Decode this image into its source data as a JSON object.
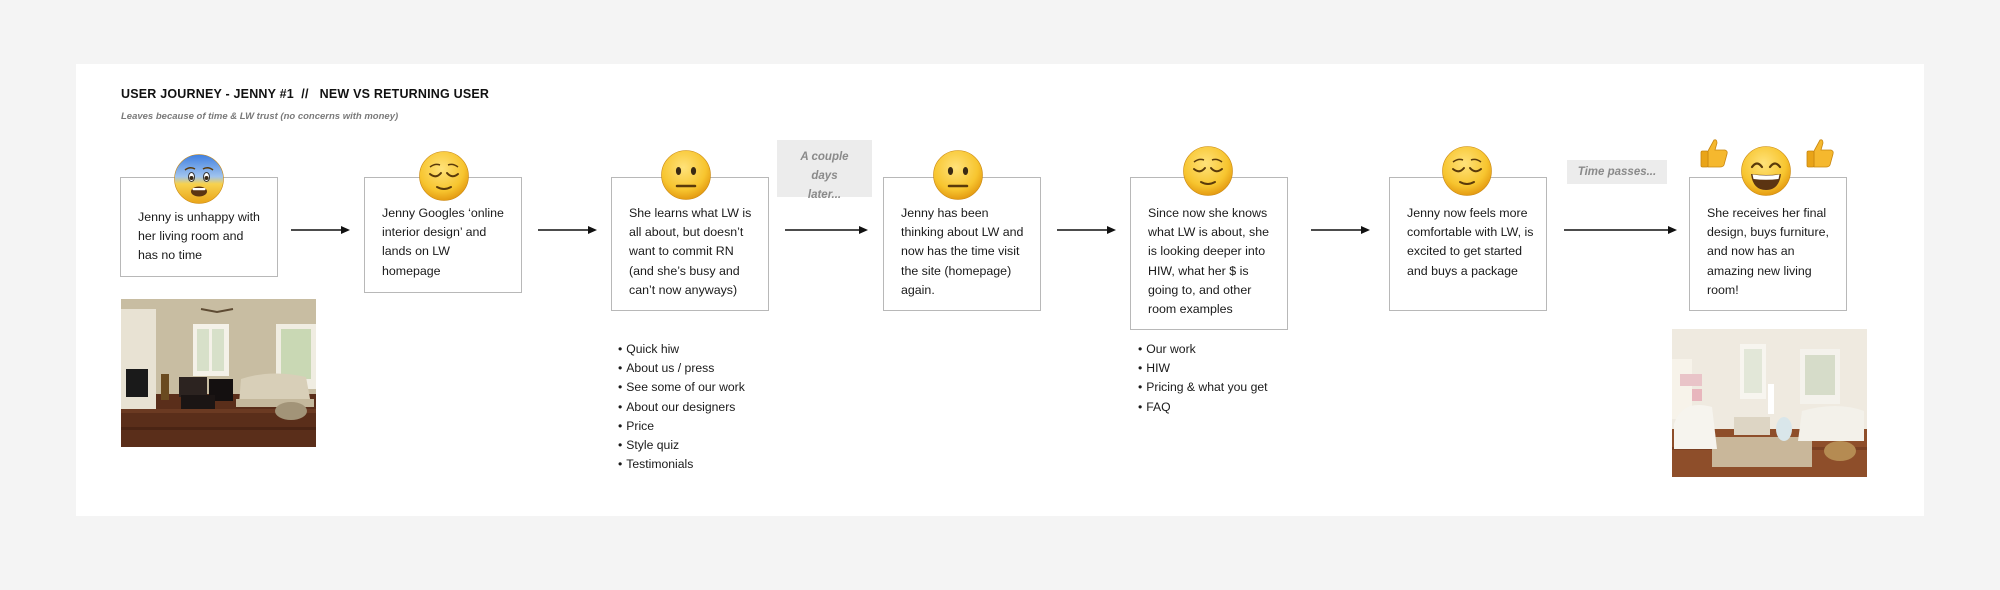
{
  "header": {
    "title": "USER JOURNEY - JENNY #1  //   NEW VS RETURNING USER",
    "subtitle": "Leaves because of time & LW trust (no concerns with money)"
  },
  "steps": [
    {
      "text": "Jenny is unhappy with her living room and has no time",
      "emotion": "fearful-face-icon"
    },
    {
      "text": "Jenny Googles ‘online interior design’ and lands on LW homepage",
      "emotion": "relieved-face-icon"
    },
    {
      "text": "She learns what LW is all about, but doesn’t want to commit RN (and she’s busy and can’t now anyways)",
      "emotion": "neutral-face-icon"
    },
    {
      "text": "Jenny has been thinking about LW and now has the time visit the site (homepage) again.",
      "emotion": "neutral-face-icon"
    },
    {
      "text": "Since now she knows what LW is about, she is looking deeper into HIW, what her $ is going to, and other room examples",
      "emotion": "relieved-face-icon"
    },
    {
      "text": "Jenny now feels more comfortable with LW, is excited to get started and buys a package",
      "emotion": "relieved-face-icon"
    },
    {
      "text": "She receives her final design, buys furniture, and now has an amazing new living room!",
      "emotion": "grinning-face-icon"
    }
  ],
  "notes": {
    "couple_days": "A couple days later...",
    "time_passes": "Time passes..."
  },
  "lists": {
    "homepage_visit": [
      "Quick hiw",
      "About us / press",
      "See some of our work",
      "About our designers",
      "Price",
      "Style quiz",
      "Testimonials"
    ],
    "return_visit": [
      "Our work",
      "HIW",
      "Pricing & what you get",
      "FAQ"
    ]
  },
  "colors": {
    "background": "#f4f4f4",
    "panel": "#ffffff",
    "card_border": "#b8b8b8",
    "emoji_yellow": "#f7c52f",
    "note_bg": "#ececec"
  }
}
